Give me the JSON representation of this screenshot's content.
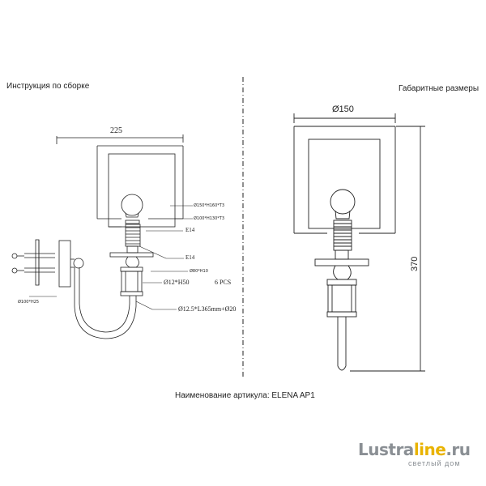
{
  "sections": {
    "assembly_title": "Инструкция по сборке",
    "dimensions_title": "Габаритные размеры"
  },
  "assembly": {
    "width_label": "225",
    "shade_outer": "Ø150*H160*T3",
    "shade_inner": "Ø100*H130*T3",
    "socket_top": "E14",
    "socket_bottom": "E14",
    "ring": "Ø80*H10",
    "rods": "Ø12*H50",
    "rods_count": "6 PCS",
    "arm": "Ø12.5*L365mm+Ø20",
    "wall_plate": "Ø100*H25"
  },
  "dimensions": {
    "shade_diameter": "Ø150",
    "height": "370"
  },
  "article": {
    "label": "Наименование артикула: ELENA AP1"
  },
  "logo": {
    "part1": "Lustra",
    "part2": "line",
    "part3": ".ru",
    "tagline": "светлый дом"
  },
  "colors": {
    "line": "#222222",
    "logo_gray": "#8a8f94",
    "logo_accent": "#e9b300"
  }
}
